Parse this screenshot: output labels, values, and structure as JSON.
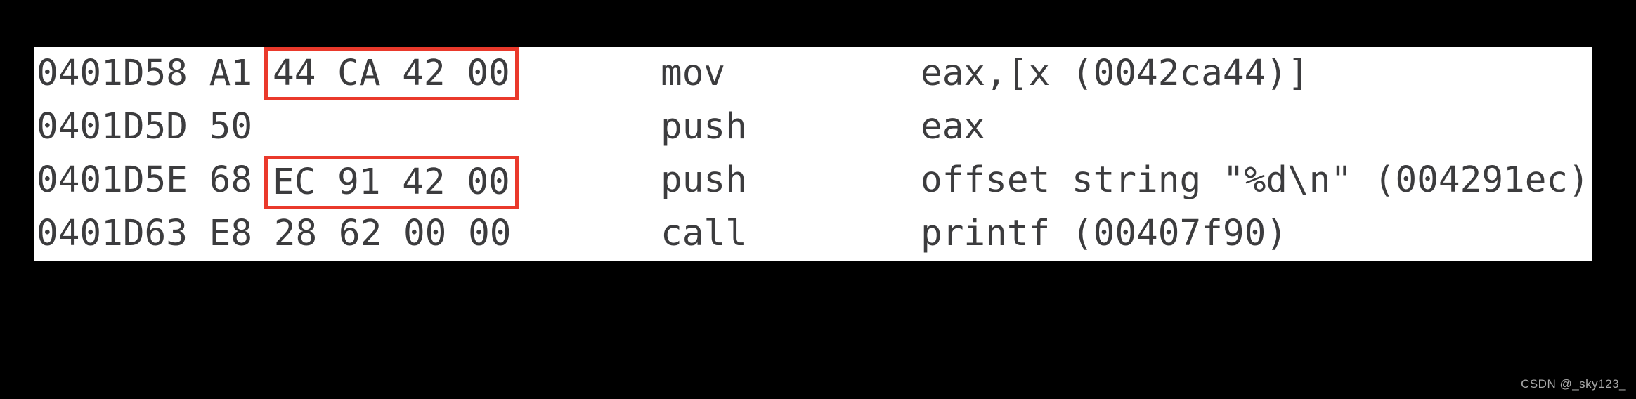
{
  "page": {
    "background_color": "#000000",
    "watermark": "CSDN @_sky123_"
  },
  "disassembly": {
    "panel_background": "#ffffff",
    "text_color": "#3c3c3e",
    "highlight_border_color": "#ea392b",
    "rows": [
      {
        "addr_bytes": "0401D58 A1",
        "boxed_bytes": "44 CA 42 00",
        "mnemonic": "mov",
        "operand": "eax,[x (0042ca44)]"
      },
      {
        "addr_bytes": "0401D5D 50",
        "boxed_bytes": "",
        "mnemonic": "push",
        "operand": "eax"
      },
      {
        "addr_bytes": "0401D5E 68",
        "boxed_bytes": "EC 91 42 00",
        "mnemonic": "push",
        "operand": "offset string \"%d\\n\" (004291ec)"
      },
      {
        "addr_bytes": "0401D63 E8 28 62 00 00",
        "boxed_bytes": "",
        "mnemonic": "call",
        "operand": "printf (00407f90)"
      }
    ]
  }
}
